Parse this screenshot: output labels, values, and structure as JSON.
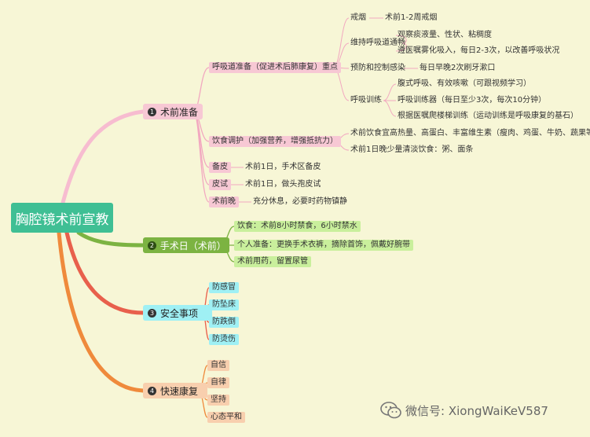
{
  "root": {
    "label": "胸腔镜术前宣教"
  },
  "colors": {
    "background": "#f7f6d6",
    "root": "#3fbf94",
    "pink": "#f7bcd0",
    "green": "#7cb342",
    "red": "#e8604c",
    "orange": "#ef8a3c"
  },
  "branches": [
    {
      "id": "b1",
      "num": "1",
      "label": "术前准备",
      "children": [
        {
          "label": "呼吸道准备（促进术后肺康复）重点",
          "children": [
            {
              "label": "戒烟",
              "children": [
                {
                  "label": "术前1-2周戒烟"
                }
              ]
            },
            {
              "label": "维持呼吸道通畅",
              "children": [
                {
                  "label": "观察痰液量、性状、粘稠度"
                },
                {
                  "label": "遵医嘱雾化吸入，每日2-3次，以改善呼吸状况"
                }
              ]
            },
            {
              "label": "预防和控制感染",
              "children": [
                {
                  "label": "每日早晚2次刷牙漱口"
                }
              ]
            },
            {
              "label": "呼吸训练",
              "children": [
                {
                  "label": "腹式呼吸、有效咳嗽（可跟视频学习）"
                },
                {
                  "label": "呼吸训练器（每日至少3次，每次10分钟）"
                },
                {
                  "label": "根据医嘱爬楼梯训练（运动训练是呼吸康复的基石）"
                }
              ]
            }
          ]
        },
        {
          "label": "饮食调护（加强营养，增强抵抗力）",
          "children": [
            {
              "label": "术前饮食宜高热量、高蛋白、丰富维生素（瘦肉、鸡蛋、牛奶、蔬果等）"
            },
            {
              "label": "术前1日晚少量清淡饮食：粥、面条"
            }
          ]
        },
        {
          "label": "备皮",
          "children": [
            {
              "label": "术前1日，手术区备皮"
            }
          ]
        },
        {
          "label": "皮试",
          "children": [
            {
              "label": "术前1日，做头孢皮试"
            }
          ]
        },
        {
          "label": "术前晚",
          "children": [
            {
              "label": "充分休息，必要时药物镇静"
            }
          ]
        }
      ]
    },
    {
      "id": "b2",
      "num": "2",
      "label": "手术日（术前）",
      "children": [
        {
          "label": "饮食：术前8小时禁食，6小时禁水"
        },
        {
          "label": "个人准备：更换手术衣裤，摘除首饰，佩戴好腕带"
        },
        {
          "label": "术前用药，留置尿管"
        }
      ]
    },
    {
      "id": "b3",
      "num": "3",
      "label": "安全事项",
      "children": [
        {
          "label": "防感冒"
        },
        {
          "label": "防坠床"
        },
        {
          "label": "防跌倒"
        },
        {
          "label": "防烫伤"
        }
      ]
    },
    {
      "id": "b4",
      "num": "4",
      "label": "快速康复",
      "children": [
        {
          "label": "自信"
        },
        {
          "label": "自律"
        },
        {
          "label": "坚持"
        },
        {
          "label": "心态平和"
        }
      ]
    }
  ],
  "watermark": {
    "text": "微信号: XiongWaiKeV587",
    "icon": "wechat-icon"
  }
}
